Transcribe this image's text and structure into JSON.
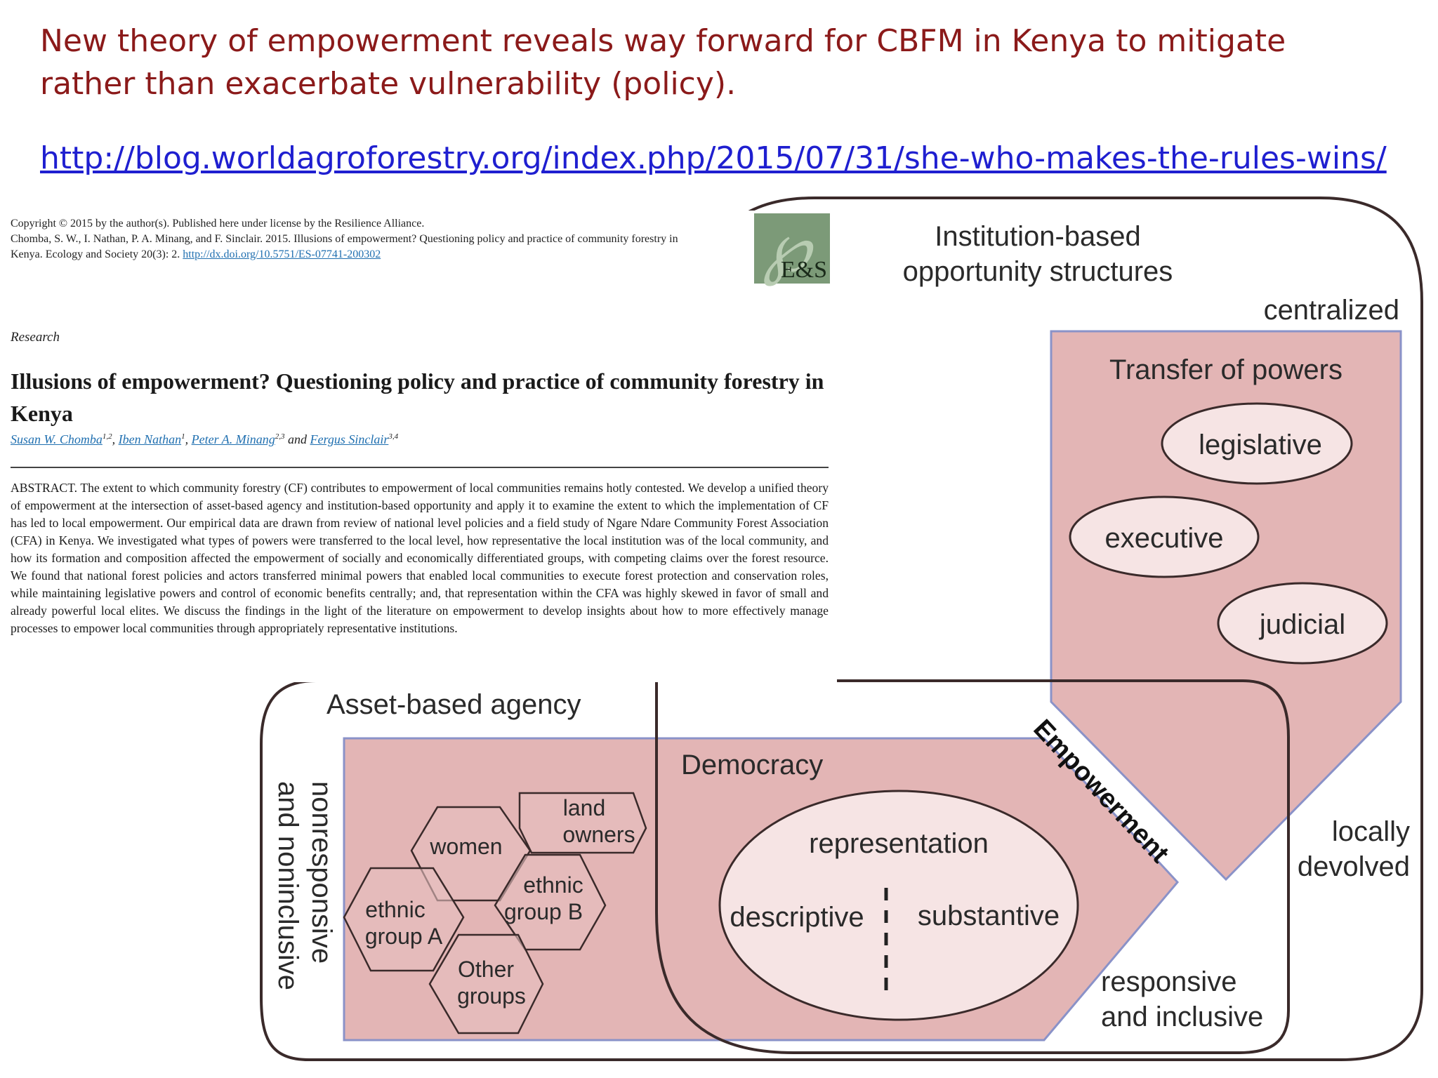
{
  "slide": {
    "title": "New theory of empowerment reveals way forward for CBFM in Kenya to mitigate rather than exacerbate vulnerability (policy).",
    "link": "http://blog.worldagroforestry.org/index.php/2015/07/31/she-who-makes-the-rules-wins/"
  },
  "paper": {
    "copyright_line1": "Copyright © 2015 by the author(s). Published here under license by the Resilience Alliance.",
    "citation": "Chomba, S. W., I. Nathan, P. A. Minang, and F. Sinclair. 2015. Illusions of empowerment? Questioning policy and practice of community forestry in Kenya. Ecology and Society 20(3): 2.",
    "doi": "http://dx.doi.org/10.5751/ES-07741-200302",
    "logo_text": "E&S",
    "section": "Research",
    "title": "Illusions of empowerment? Questioning policy and practice of community forestry in Kenya",
    "authors": [
      {
        "name": "Susan W. Chomba",
        "sup": "1,2"
      },
      {
        "name": "Iben Nathan",
        "sup": "1"
      },
      {
        "name": "Peter A. Minang",
        "sup": "2,3"
      },
      {
        "name": "Fergus Sinclair",
        "sup": "3,4"
      }
    ],
    "and_text": "and",
    "abstract": "ABSTRACT. The extent to which community forestry (CF) contributes to empowerment of local communities remains hotly contested. We develop a unified theory of empowerment at the intersection of asset-based agency and institution-based opportunity and apply it to examine the extent to which the implementation of CF has led to local empowerment. Our empirical data are drawn from review of national level policies and a field study of Ngare Ndare Community Forest Association (CFA) in Kenya. We investigated what types of powers were transferred to the local level, how representative the local institution was of the local community, and how its formation and composition affected the empowerment of socially and economically differentiated groups, with competing claims over the forest resource. We found that national forest policies and actors transferred minimal powers that enabled local communities to execute forest protection and conservation roles, while maintaining legislative powers and control of economic benefits centrally; and, that representation within the CFA was highly skewed in favor of small and already powerful local elites. We discuss the findings in the light of the literature on empowerment to develop insights about how to more effectively manage processes to empower local communities through appropriately representative institutions."
  },
  "diagram": {
    "opportunity_title_1": "Institution-based",
    "opportunity_title_2": "opportunity structures",
    "centralized": "centralized",
    "transfer_title": "Transfer of powers",
    "powers": [
      "legislative",
      "executive",
      "judicial"
    ],
    "locally_1": "locally",
    "locally_2": "devolved",
    "empowerment": "Empowerment",
    "agency_title": "Asset-based agency",
    "nonresponsive_1": "nonresponsive",
    "nonresponsive_2": "and noninclusive",
    "democracy": "Democracy",
    "representation": "representation",
    "descriptive": "descriptive",
    "substantive": "substantive",
    "responsive_1": "responsive",
    "responsive_2": "and inclusive",
    "groups": {
      "land_1": "land",
      "land_2": "owners",
      "women": "women",
      "ethnic_b_1": "ethnic",
      "ethnic_b_2": "group B",
      "ethnic_a_1": "ethnic",
      "ethnic_a_2": "group A",
      "other_1": "Other",
      "other_2": "groups"
    },
    "colors": {
      "fill": "#e3b5b5",
      "ellipse_fill": "#f6e4e4",
      "outline": "#3a2a2a",
      "arrow_border": "#8a92c8",
      "title_red": "#8b1a1a",
      "link_blue": "#1f1fd0"
    }
  }
}
